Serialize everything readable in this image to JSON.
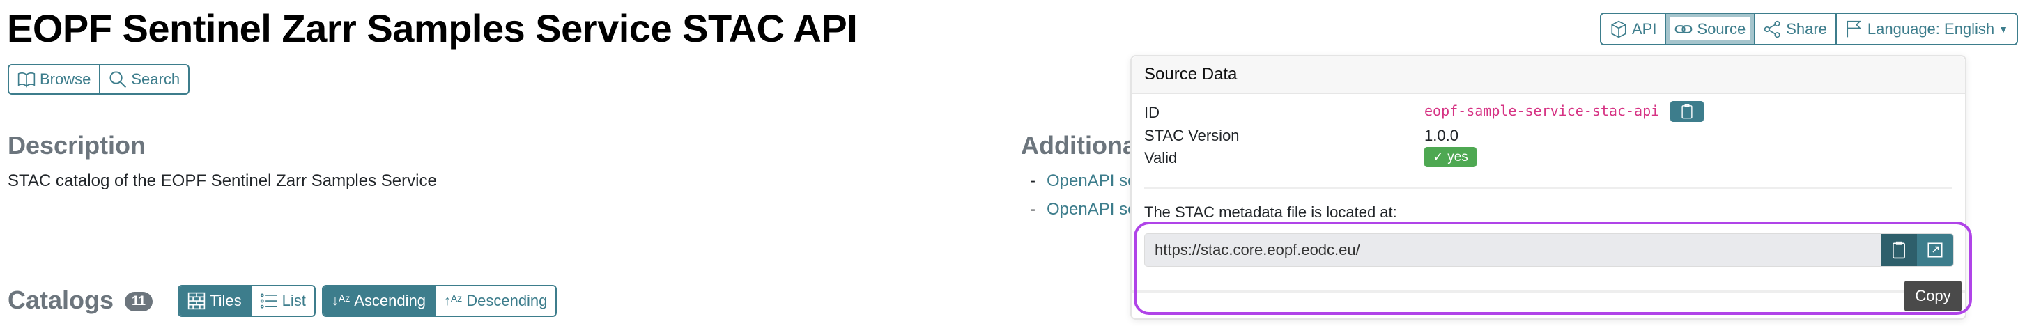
{
  "title": "EOPF Sentinel Zarr Samples Service STAC API",
  "nav": {
    "browse": "Browse",
    "search": "Search"
  },
  "toolbar": {
    "api": "API",
    "source": "Source",
    "share": "Share",
    "language": "Language: English"
  },
  "description": {
    "heading": "Description",
    "text": "STAC catalog of the EOPF Sentinel Zarr Samples Service"
  },
  "additional": {
    "heading": "Additiona",
    "links": [
      "OpenAPI se",
      "OpenAPI se"
    ]
  },
  "catalogs": {
    "heading": "Catalogs",
    "count": "11",
    "view": {
      "tiles": "Tiles",
      "list": "List",
      "selected": "Tiles"
    },
    "sort": {
      "asc": "Ascending",
      "desc": "Descending",
      "selected": "Ascending"
    }
  },
  "source_popover": {
    "title": "Source Data",
    "id_label": "ID",
    "id_value": "eopf-sample-service-stac-api",
    "version_label": "STAC Version",
    "version_value": "1.0.0",
    "valid_label": "Valid",
    "valid_value": "yes",
    "location_label": "The STAC metadata file is located at:",
    "url": "https://stac.core.eopf.eodc.eu/",
    "tooltip": "Copy"
  },
  "colors": {
    "primary": "#3d7d8c",
    "highlight": "#b044e8",
    "valid": "#4ea852",
    "id": "#d63384"
  }
}
